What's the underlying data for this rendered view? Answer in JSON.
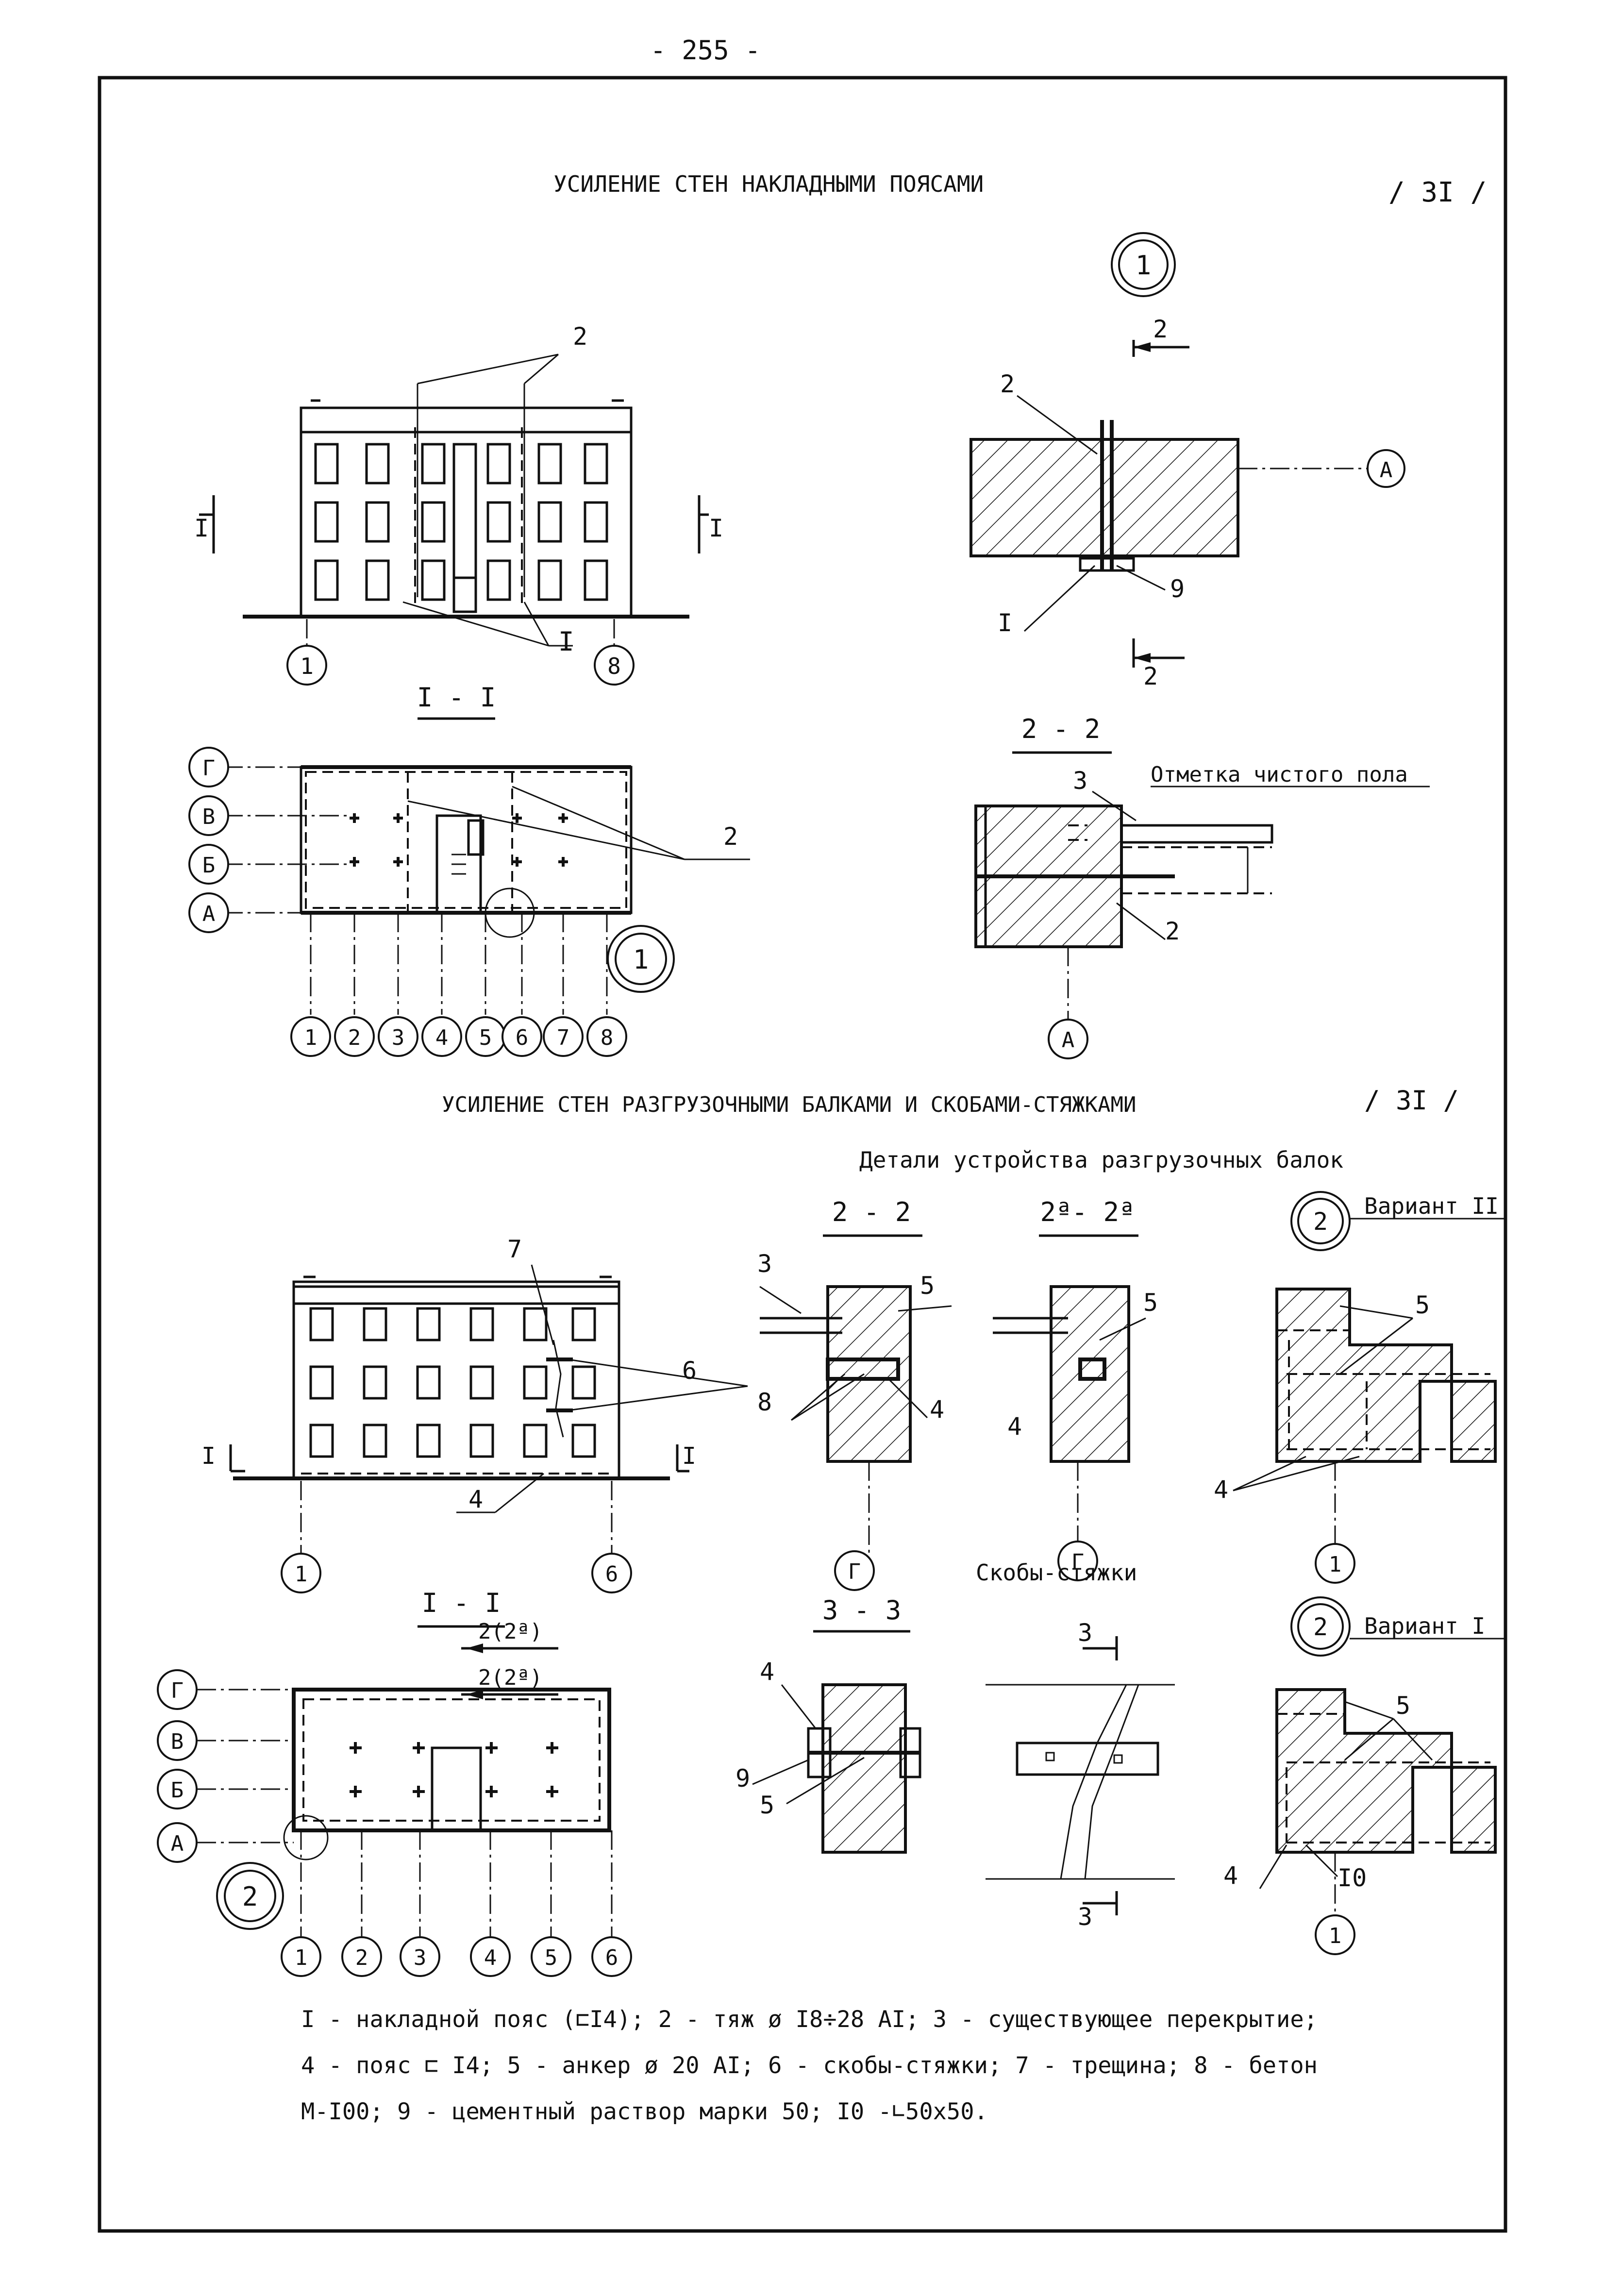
{
  "page_number": "- 255 -",
  "section1": {
    "title": "УСИЛЕНИЕ   СТЕН   НАКЛАДНЫМИ   ПОЯСАМИ",
    "ref": "/ 3I /",
    "callout_main": "1",
    "labels": {
      "l2": "2",
      "l1": "I",
      "l9": "9",
      "l3": "3",
      "axis_a": "А",
      "axis_1": "1",
      "axis_8": "8",
      "cut_1": "I",
      "cut_2": "2",
      "section_1_1": "I - I",
      "section_2_2": "2 - 2",
      "floor_mark": "Отметка чистого пола"
    },
    "axes_letters": [
      "Г",
      "В",
      "Б",
      "А"
    ],
    "axes_numbers": [
      "1",
      "2",
      "3",
      "4",
      "5",
      "6",
      "7",
      "8"
    ]
  },
  "section2": {
    "title": "УСИЛЕНИЕ СТЕН РАЗГРУЗОЧНЫМИ БАЛКАМИ И СКОБАМИ-СТЯЖКАМИ",
    "ref": "/ 3I /",
    "subtitle": "Детали устройства разгрузочных балок",
    "section_2_2": "2 - 2",
    "section_2a_2a": "2ª- 2ª",
    "variant_2": "Вариант II",
    "variant_1": "Вариант  I",
    "callout_2": "2",
    "braces_title": "Скобы-стяжки",
    "section_3_3": "3 - 3",
    "section_1_1": "I - I",
    "cut_2a": "2(2ª)",
    "labels": {
      "l3": "3",
      "l4": "4",
      "l5": "5",
      "l6": "6",
      "l7": "7",
      "l8": "8",
      "l9": "9",
      "l10": "I0",
      "l1": "1",
      "axis_g": "Г",
      "axis_1": "1",
      "axis_6": "6",
      "cut_1": "I",
      "cut_3": "3"
    },
    "axes_letters": [
      "Г",
      "В",
      "Б",
      "А"
    ],
    "axes_numbers": [
      "1",
      "2",
      "3",
      "4",
      "5",
      "6"
    ]
  },
  "legend": {
    "line1": "I - накладной пояс (⊏I4);  2 - тяж ø I8÷28 AI;  3 - существующее перекрытие;",
    "line2": "4 - пояс ⊏ I4; 5 - анкер ø 20 AI;  6 - скобы-стяжки;  7 - трещина; 8 - бетон",
    "line3": "М-I00;  9 - цементный раствор марки 50; I0 -∟50x50."
  }
}
